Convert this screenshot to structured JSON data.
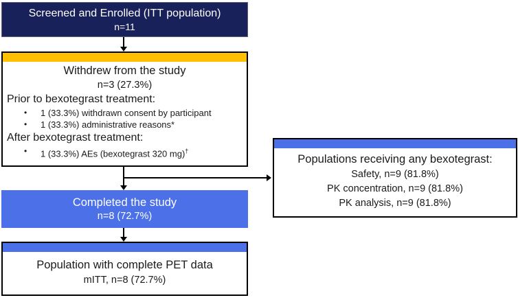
{
  "diagram": {
    "type": "study-flowchart",
    "boxes": {
      "enrolled": {
        "line1": "Screened and Enrolled (ITT population)",
        "line2": "n=11"
      },
      "withdrew": {
        "title": "Withdrew from the study",
        "count": "n=3 (27.3%)",
        "prior_heading": "Prior to bexotegrast treatment:",
        "prior_bullets": [
          "1 (33.3%) withdrawn consent by participant",
          "1 (33.3%) administrative reasons*"
        ],
        "after_heading": "After bexotegrast treatment:",
        "after_bullet_text": "1 (33.3%) AEs (bexotegrast 320 mg)",
        "after_bullet_sup": "†",
        "bullet_glyph": "•"
      },
      "populations": {
        "title": "Populations receiving any bexotegrast:",
        "lines": [
          "Safety, n=9 (81.8%)",
          "PK concentration, n=9 (81.8%)",
          "PK analysis, n=9 (81.8%)"
        ]
      },
      "completed": {
        "line1": "Completed the study",
        "line2": "n=8 (72.7%)"
      },
      "pet": {
        "line1": "Population with complete PET data",
        "line2": "mITT, n=8 (72.7%)"
      }
    },
    "colors": {
      "navy": "#18215a",
      "gold": "#ffc000",
      "blue": "#4b70e8",
      "connector": "#000000",
      "background": "#ffffff"
    }
  }
}
